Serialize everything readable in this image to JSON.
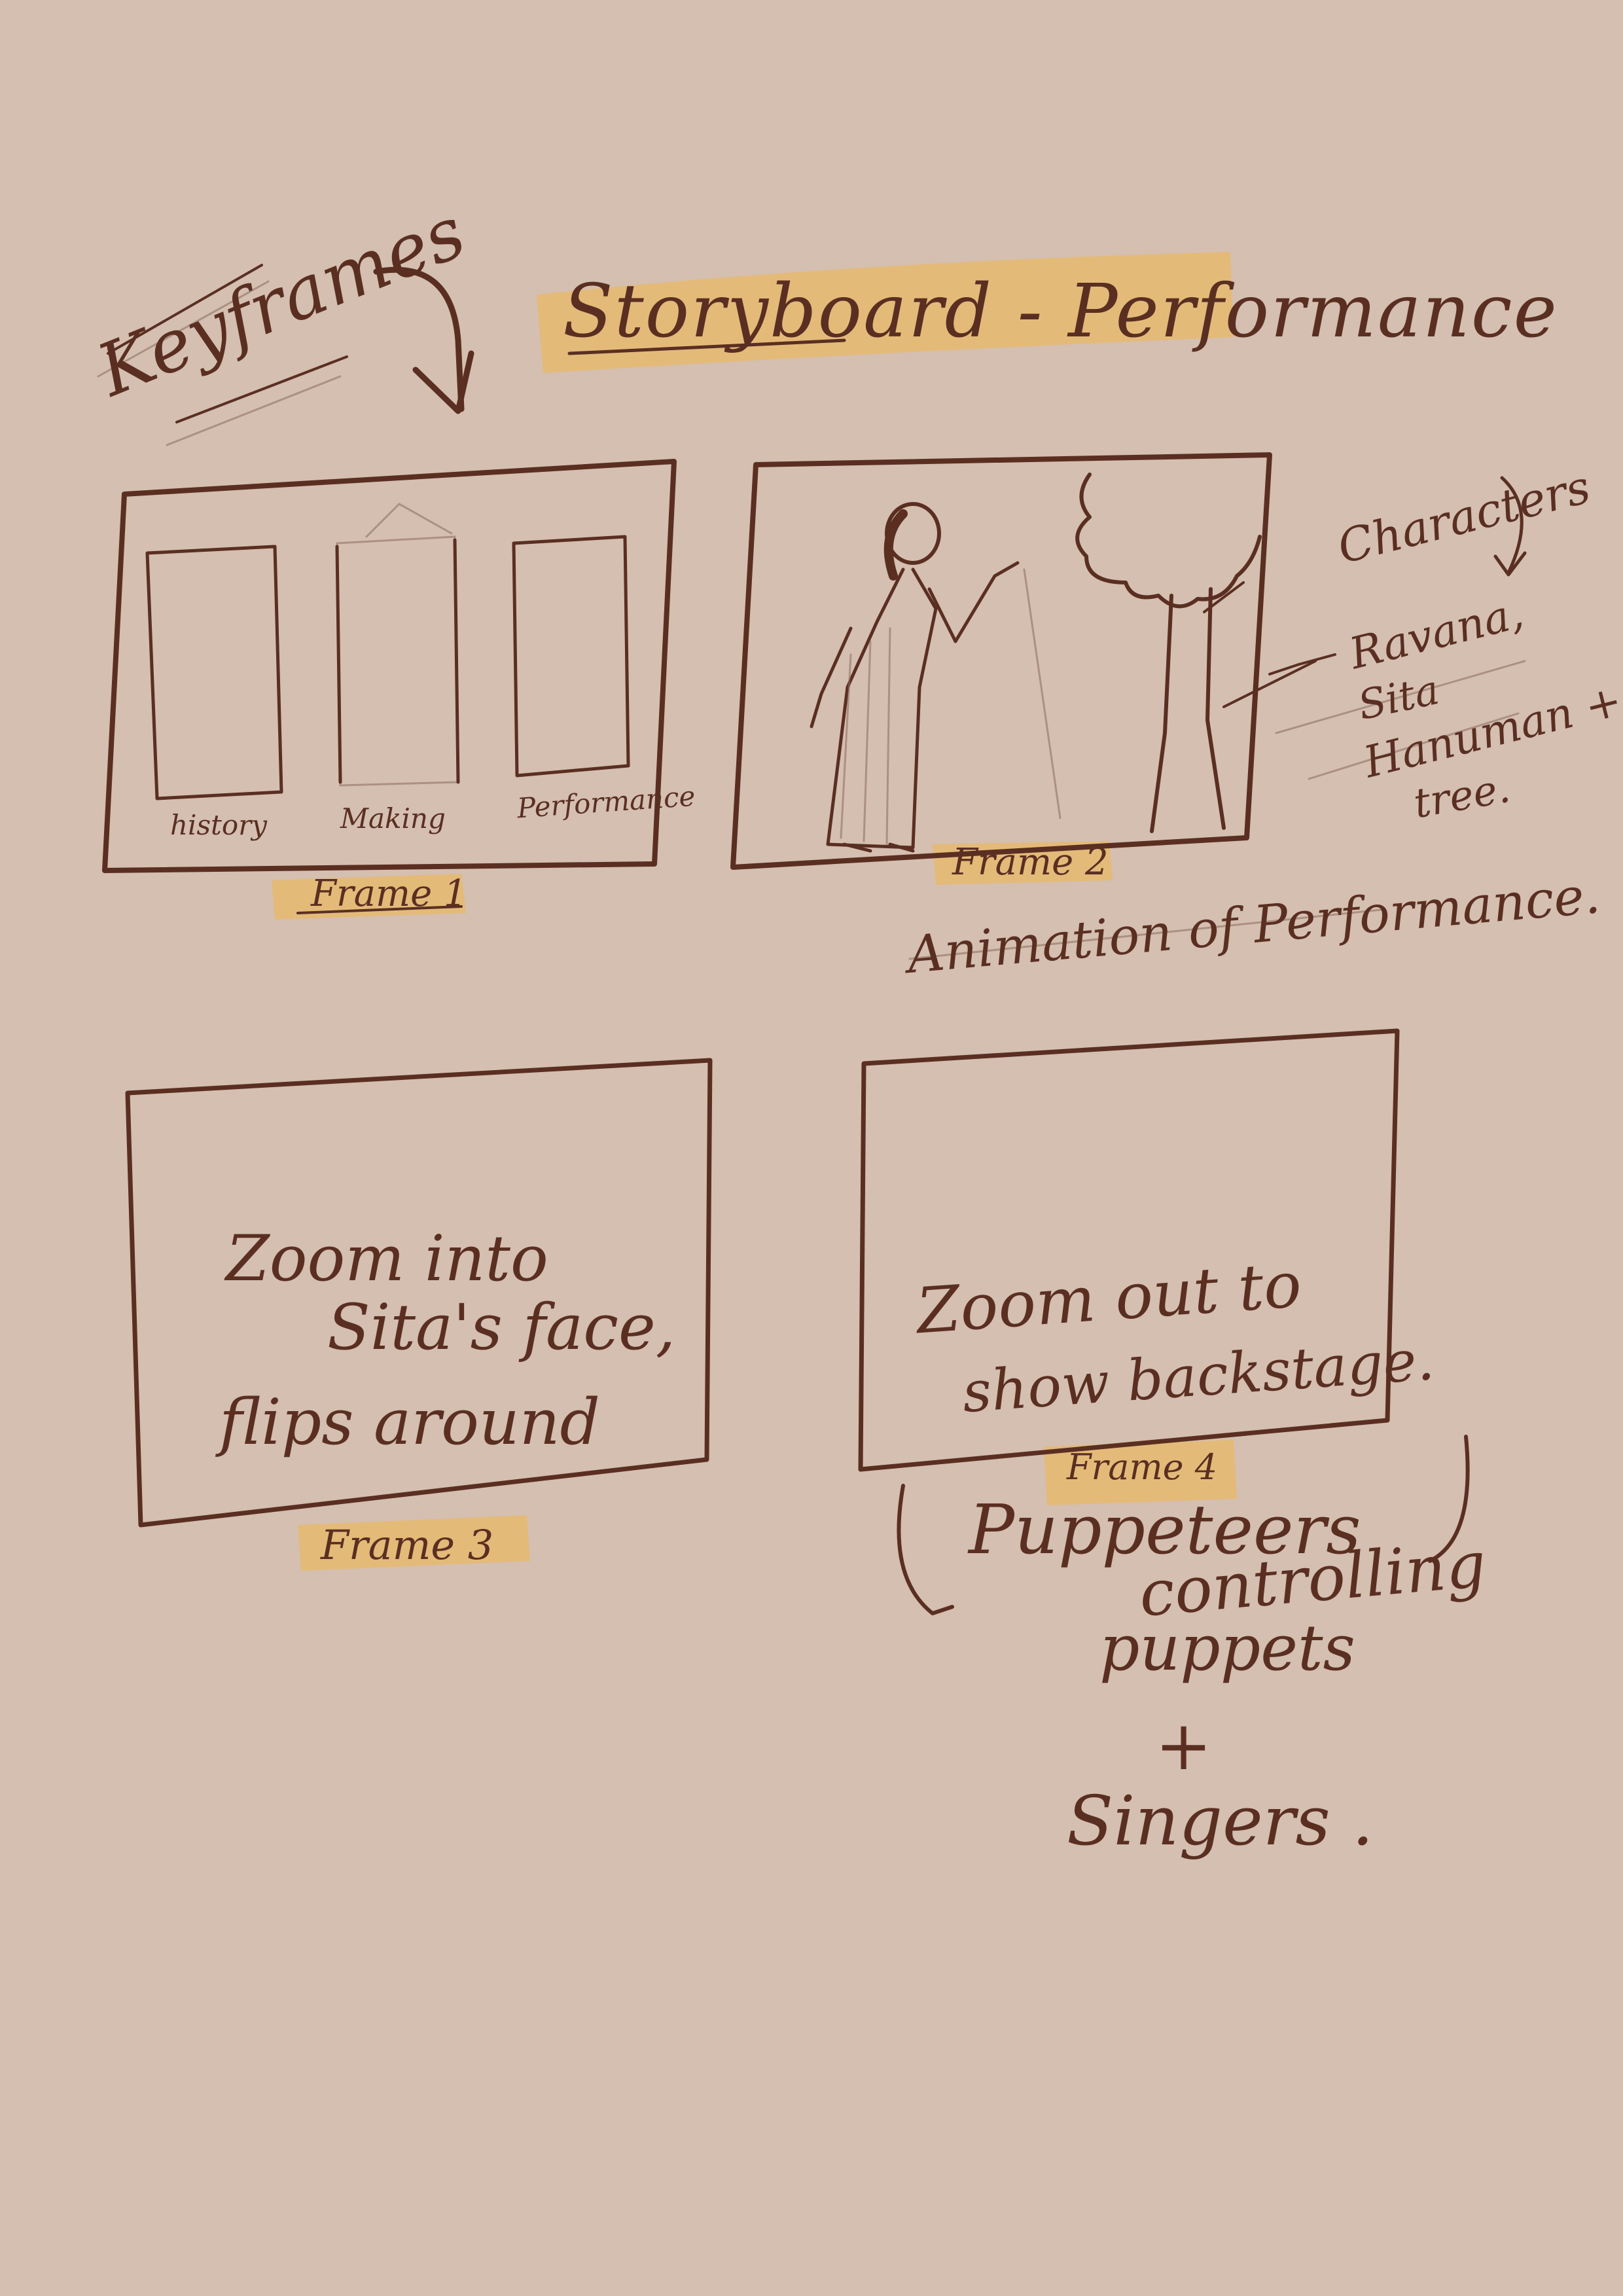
{
  "title": "Storyboard - Performance",
  "heading": "Keyframes",
  "frame1": {
    "label": "Frame 1",
    "panels": [
      "history",
      "Making",
      "Performance"
    ]
  },
  "frame2": {
    "label": "Frame 2",
    "caption": "Animation of Performance.",
    "characters_title": "Characters",
    "characters": [
      "Ravana,",
      "Sita",
      "Hanuman +",
      "tree."
    ]
  },
  "frame3": {
    "label": "Frame 3",
    "lines": [
      "Zoom into",
      "Sita's face,",
      "flips around"
    ]
  },
  "frame4": {
    "label": "Frame 4",
    "lines": [
      "Zoom out to",
      "show backstage."
    ],
    "note": [
      "Puppeteers",
      "controlling",
      "puppets",
      "+",
      "Singers ."
    ]
  },
  "colors": {
    "background": "#d4bfb0",
    "ink": "#5a2f22",
    "highlight": "#e6b870"
  }
}
